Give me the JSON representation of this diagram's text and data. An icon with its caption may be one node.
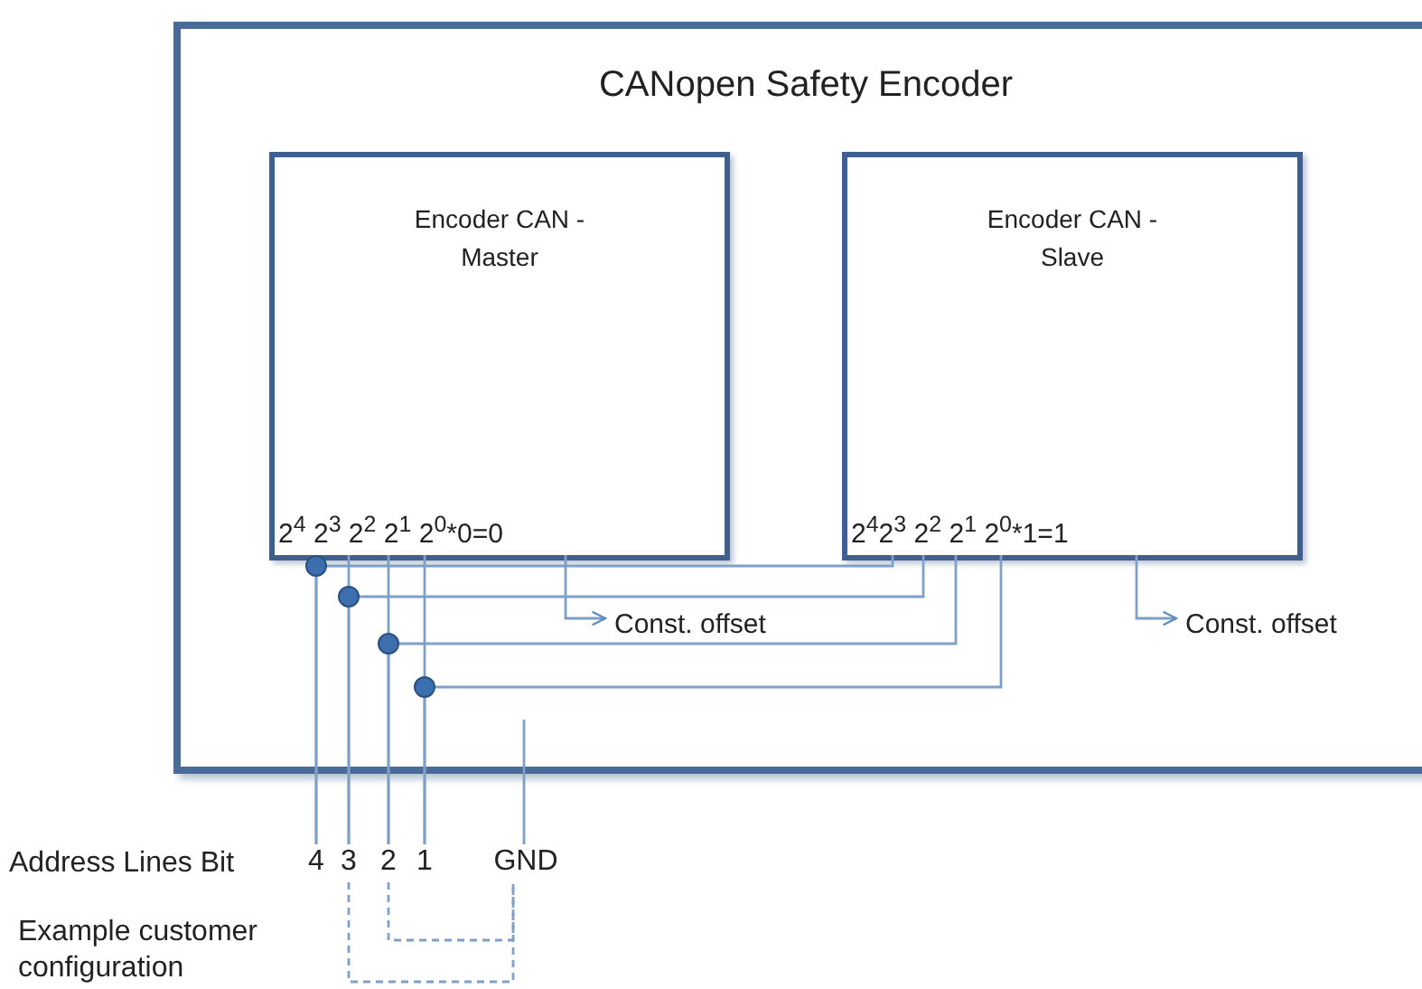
{
  "diagram": {
    "nodes": [
      {
        "text": [
          "CANopen Safety Encoder"
        ]
      },
      {
        "text": [
          "Encoder CAN - Master",
          "2$^{4}$ 2$^{3}$ 2$^{2}$ 2$^{1}$ 2$^{0}$*0=0"
        ],
        "in": 0
      },
      {
        "text": [
          "Encoder CAN - Slave",
          "2$^{4}$2$^{3}$ 2$^{2}$ 2$^{1}$ 2$^{0}$*1=1"
        ],
        "in": 0
      },
      {
        "text": [
          "Const. offset"
        ],
        "in": 0
      },
      {
        "text": [
          "Const. offset"
        ],
        "in": 0
      },
      {
        "text": [
          "4"
        ]
      },
      {
        "text": [
          "3"
        ]
      },
      {
        "text": [
          "2"
        ]
      },
      {
        "text": [
          "1"
        ]
      },
      {
        "text": [
          "GND"
        ]
      }
    ],
    "edges": [
      {
        "from": 1,
        "to": 5,
        "arrow": "none"
      },
      {
        "from": 1,
        "to": 6,
        "arrow": "none"
      },
      {
        "from": 1,
        "to": 7,
        "arrow": "none"
      },
      {
        "from": 1,
        "to": 8,
        "arrow": "none"
      },
      {
        "from": 2,
        "to": 5,
        "arrow": "none"
      },
      {
        "from": 2,
        "to": 6,
        "arrow": "none"
      },
      {
        "from": 2,
        "to": 7,
        "arrow": "none"
      },
      {
        "from": 2,
        "to": 8,
        "arrow": "none"
      },
      {
        "from": 1,
        "to": 3,
        "arrow": "to"
      },
      {
        "from": 2,
        "to": 4,
        "arrow": "to"
      },
      {
        "from": null,
        "to": 9,
        "arrow": "none"
      },
      {
        "from": 6,
        "to": 9,
        "arrow": "none",
        "style": "dashed"
      },
      {
        "from": 7,
        "to": 9,
        "arrow": "none",
        "style": "dashed"
      }
    ],
    "labels": [
      "Address Lines Bit",
      "Example customer configuration"
    ]
  }
}
